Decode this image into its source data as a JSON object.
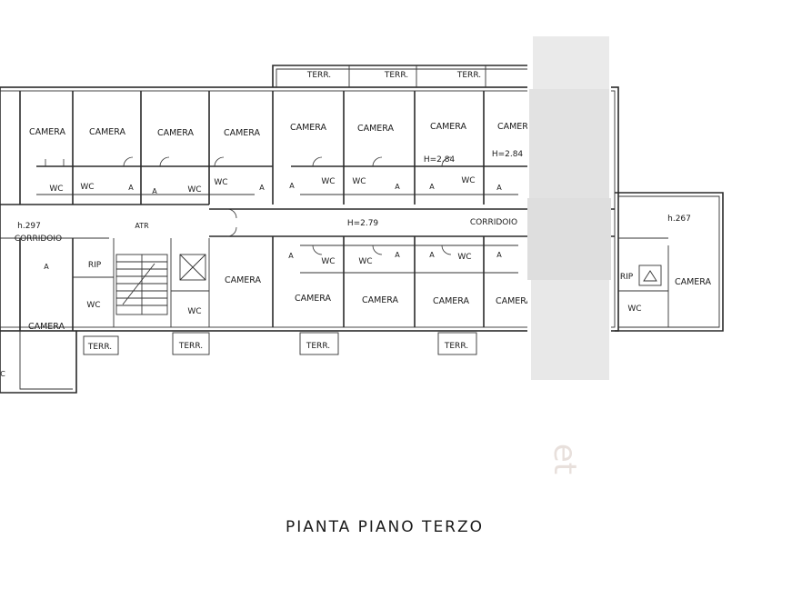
{
  "drawing_title": "PIANTA PIANO TERZO",
  "labels": {
    "camera": "CAMERA",
    "wc": "WC",
    "terr": "TERR.",
    "corridoio": "CORRIDOIO",
    "rip": "RIP",
    "a": "A",
    "h297": "h.297",
    "h279": "H=2.79",
    "h284": "H=2.84",
    "h284b": "H=2.84",
    "h267": "h.267",
    "atr": "ATR",
    "wc_partial": "C"
  },
  "watermark_fragment": "et"
}
